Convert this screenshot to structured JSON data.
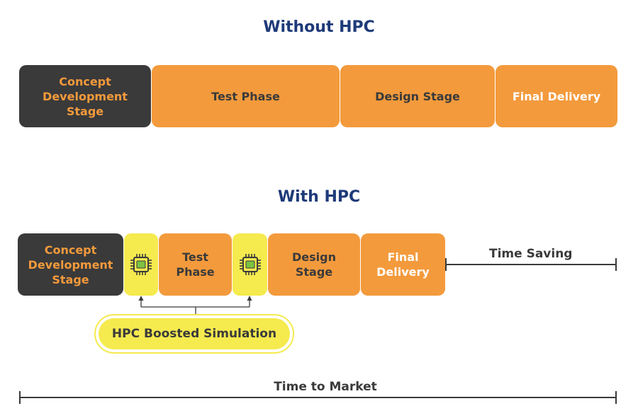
{
  "without": {
    "title": "Without HPC",
    "stages": [
      "Concept Development Stage",
      "Test Phase",
      "Design Stage",
      "Final Delivery"
    ]
  },
  "with": {
    "title": "With HPC",
    "stages": [
      "Concept Development Stage",
      "Test Phase",
      "Design Stage",
      "Final Delivery"
    ],
    "time_saving": "Time Saving"
  },
  "hpc_label": "HPC Boosted Simulation",
  "time_to_market": "Time to Market",
  "chip_icon": "chip-icon",
  "colors": {
    "title": "#1e3a78",
    "dark": "#3a3a3a",
    "orange": "#f39a3c",
    "yellow": "#f5ea4e"
  }
}
